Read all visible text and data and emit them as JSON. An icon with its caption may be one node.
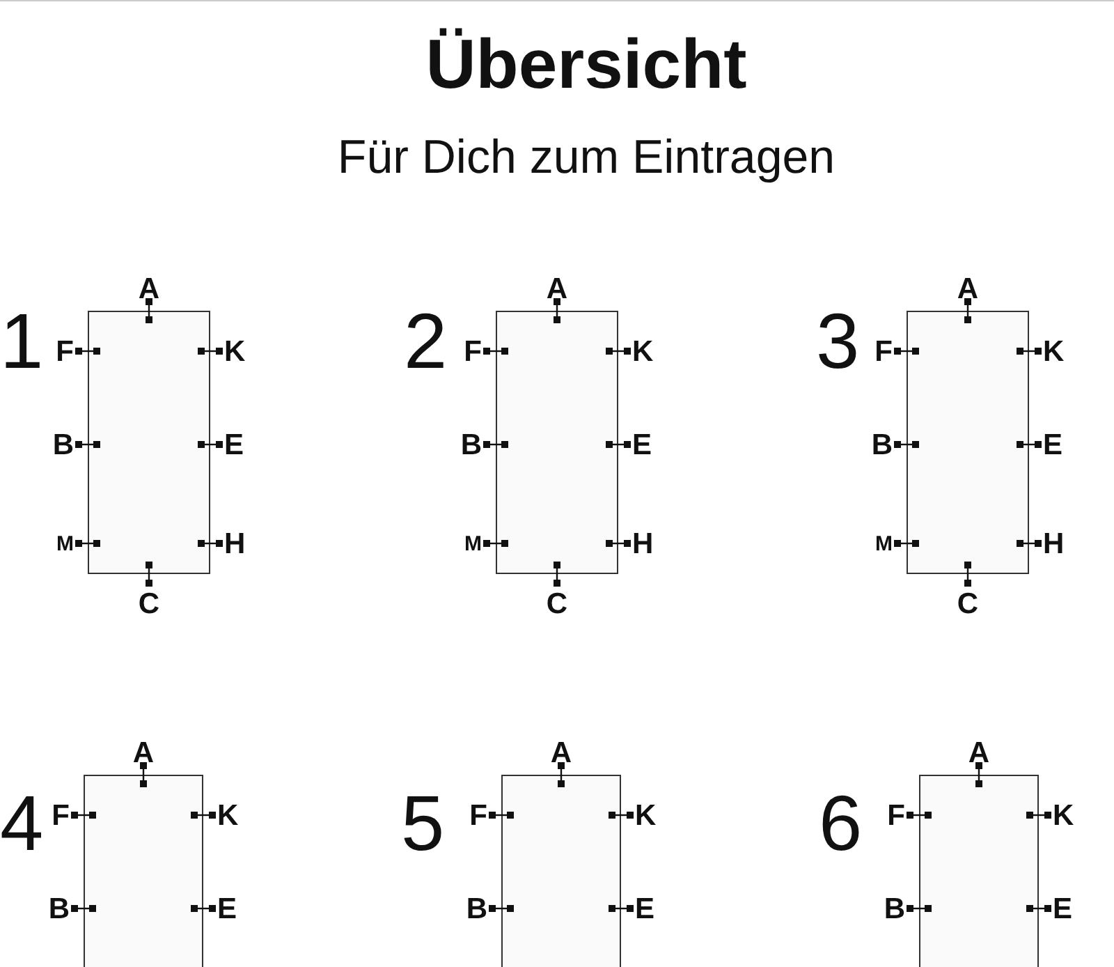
{
  "diagram": {
    "title": "Übersicht",
    "caption": "Für Dich zum Eintragen",
    "nodes": [
      {
        "text": [],
        "shape": "box",
        "beside": [
          "1",
          "A",
          "F",
          "K",
          "B",
          "E",
          "M",
          "H",
          "C"
        ]
      },
      {
        "text": [],
        "shape": "box",
        "beside": [
          "2",
          "A",
          "F",
          "K",
          "B",
          "E",
          "M",
          "H",
          "C"
        ]
      },
      {
        "text": [],
        "shape": "box",
        "beside": [
          "3",
          "A",
          "F",
          "K",
          "B",
          "E",
          "M",
          "H",
          "C"
        ]
      },
      {
        "text": [],
        "shape": "box",
        "beside": [
          "4",
          "A",
          "F",
          "K",
          "B",
          "E"
        ]
      },
      {
        "text": [],
        "shape": "box",
        "beside": [
          "5",
          "A",
          "F",
          "K",
          "B",
          "E"
        ]
      },
      {
        "text": [],
        "shape": "box",
        "beside": [
          "6",
          "A",
          "F",
          "K",
          "B",
          "E"
        ]
      }
    ]
  }
}
